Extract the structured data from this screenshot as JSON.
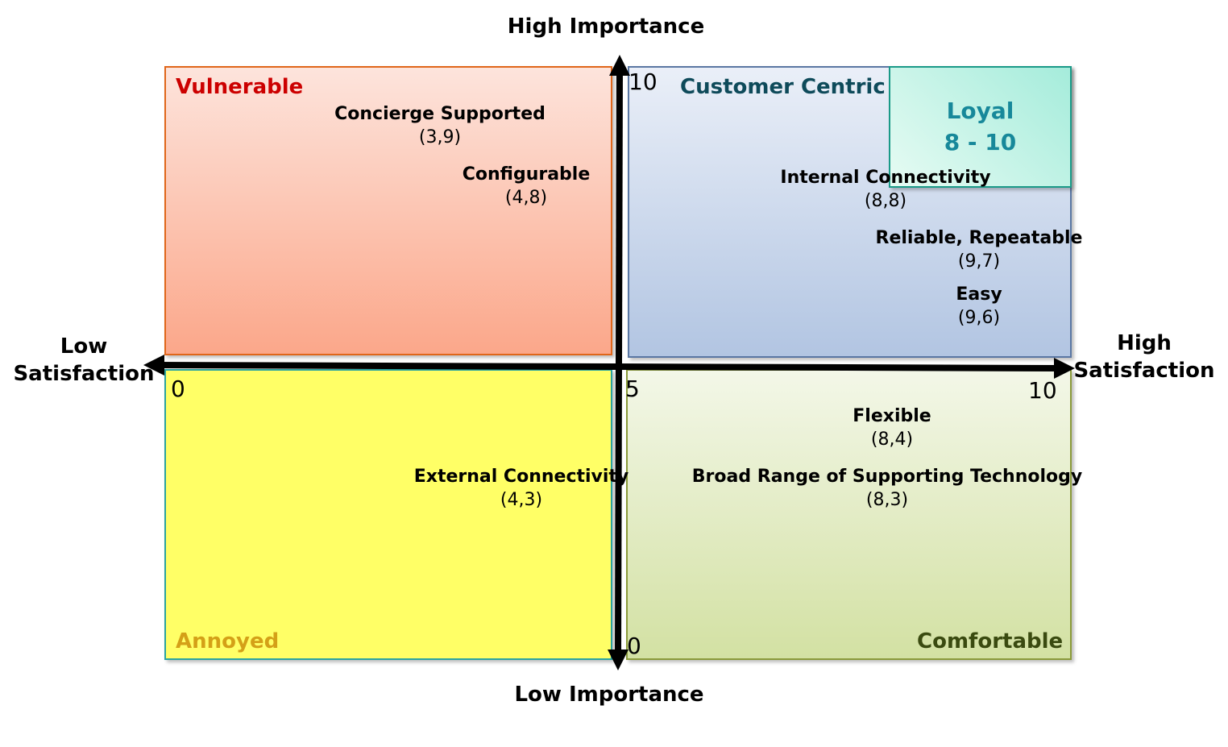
{
  "axes": {
    "top": "High Importance",
    "bottom": "Low Importance",
    "left_line1": "Low",
    "left_line2": "Satisfaction",
    "right_line1": "High",
    "right_line2": "Satisfaction"
  },
  "ticks": {
    "x_min": "0",
    "x_mid": "5",
    "x_max": "10",
    "y_max": "10",
    "y_min": "0"
  },
  "quadrants": {
    "vulnerable": {
      "label": "Vulnerable",
      "color": "#cc0000"
    },
    "customer_centric": {
      "label": "Customer Centric",
      "color": "#0e4a5a"
    },
    "loyal": {
      "label": "Loyal",
      "range": "8 - 10",
      "color": "#17889a"
    },
    "annoyed": {
      "label": "Annoyed",
      "color": "#d4a017"
    },
    "comfortable": {
      "label": "Comfortable",
      "color": "#3a4a10"
    }
  },
  "points": [
    {
      "name": "Concierge Supported",
      "coords": "(3,9)",
      "satisfaction": 3,
      "importance": 9
    },
    {
      "name": "Configurable",
      "coords": "(4,8)",
      "satisfaction": 4,
      "importance": 8
    },
    {
      "name": "Internal Connectivity",
      "coords": "(8,8)",
      "satisfaction": 8,
      "importance": 8
    },
    {
      "name": "Reliable, Repeatable",
      "coords": "(9,7)",
      "satisfaction": 9,
      "importance": 7
    },
    {
      "name": "Easy",
      "coords": "(9,6)",
      "satisfaction": 9,
      "importance": 6
    },
    {
      "name": "Flexible",
      "coords": "(8,4)",
      "satisfaction": 8,
      "importance": 4
    },
    {
      "name": "External Connectivity",
      "coords": "(4,3)",
      "satisfaction": 4,
      "importance": 3
    },
    {
      "name": "Broad Range of Supporting Technology",
      "coords": "(8,3)",
      "satisfaction": 8,
      "importance": 3
    }
  ]
}
